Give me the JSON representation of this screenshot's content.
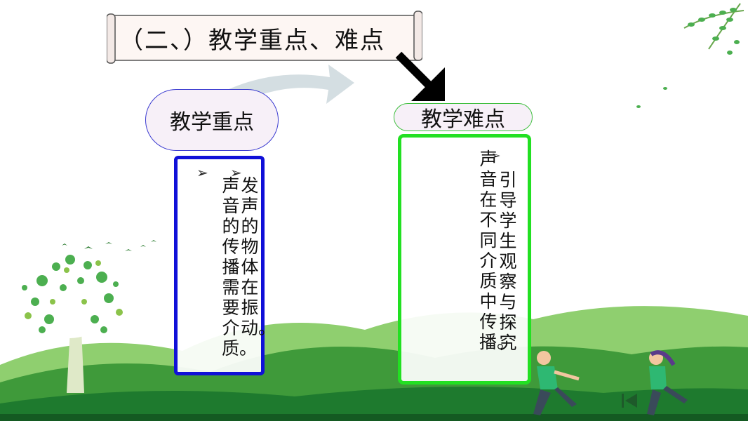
{
  "title": "（二、）教学重点、难点",
  "left_card": {
    "heading": "教学重点",
    "bullet_symbol": "➢",
    "items": [
      "发声的物体在振动。",
      "声音的传播需要介质。"
    ]
  },
  "right_card": {
    "heading": "教学难点",
    "bullet_symbol": "➢",
    "items": [
      "引导学生观察与探究",
      "声音在不同介质中传播。"
    ]
  },
  "colors": {
    "left_border": "#1010d8",
    "right_border": "#22e022",
    "hill_dark": "#1e7a2e",
    "hill_light": "#6fbf5a"
  }
}
